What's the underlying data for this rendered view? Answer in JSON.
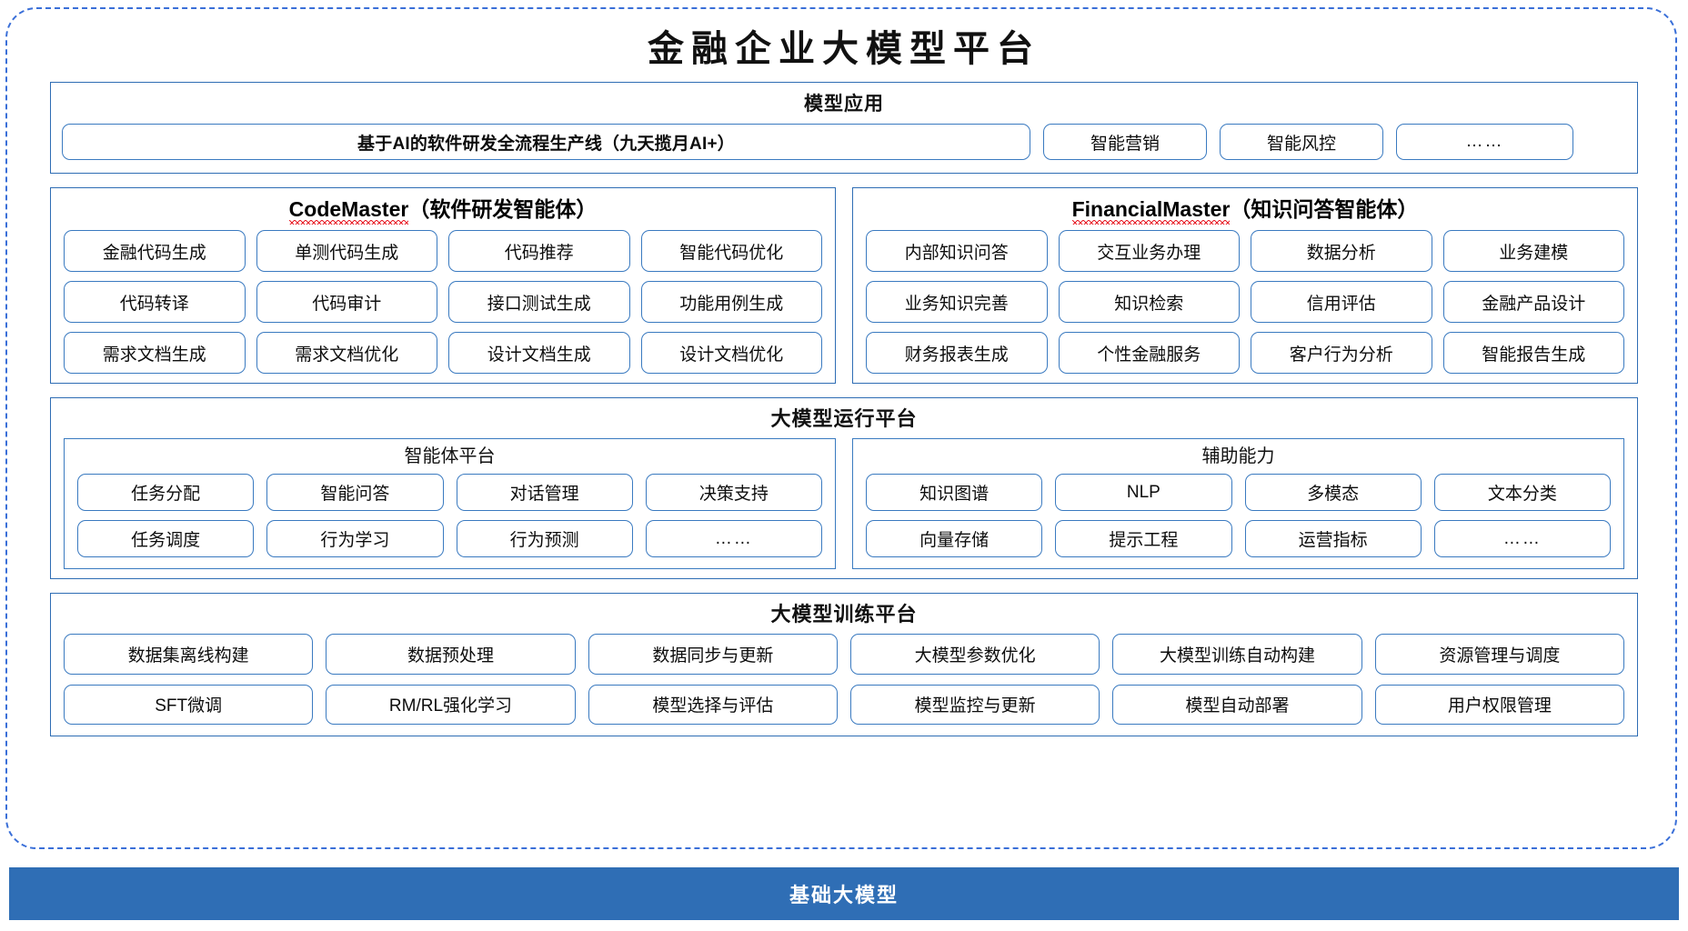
{
  "title": "金融企业大模型平台",
  "colors": {
    "frame_dashed": "#3a6fd8",
    "panel_border": "#2e6db4",
    "pill_border": "#3a7ac0",
    "footer_bg": "#2f6eb5",
    "spellcheck_underline": "#e8202a"
  },
  "sections": {
    "applications": {
      "title": "模型应用",
      "primary": "基于AI的软件研发全流程生产线（九天揽月AI+）",
      "items": [
        "智能营销",
        "智能风控",
        "……"
      ]
    },
    "agents": [
      {
        "name_en": "CodeMaster",
        "name_cn": "（软件研发智能体）",
        "spellcheck": true,
        "items": [
          "金融代码生成",
          "单测代码生成",
          "代码推荐",
          "智能代码优化",
          "代码转译",
          "代码审计",
          "接口测试生成",
          "功能用例生成",
          "需求文档生成",
          "需求文档优化",
          "设计文档生成",
          "设计文档优化"
        ]
      },
      {
        "name_en": "FinancialMaster",
        "name_cn": "（知识问答智能体）",
        "spellcheck": true,
        "items": [
          "内部知识问答",
          "交互业务办理",
          "数据分析",
          "业务建模",
          "业务知识完善",
          "知识检索",
          "信用评估",
          "金融产品设计",
          "财务报表生成",
          "个性金融服务",
          "客户行为分析",
          "智能报告生成"
        ]
      }
    ],
    "runtime": {
      "title": "大模型运行平台",
      "subpanels": [
        {
          "title": "智能体平台",
          "items": [
            "任务分配",
            "智能问答",
            "对话管理",
            "决策支持",
            "任务调度",
            "行为学习",
            "行为预测",
            "……"
          ]
        },
        {
          "title": "辅助能力",
          "items": [
            "知识图谱",
            "NLP",
            "多模态",
            "文本分类",
            "向量存储",
            "提示工程",
            "运营指标",
            "……"
          ]
        }
      ]
    },
    "training": {
      "title": "大模型训练平台",
      "items": [
        "数据集离线构建",
        "数据预处理",
        "数据同步与更新",
        "大模型参数优化",
        "大模型训练自动构建",
        "资源管理与调度",
        "SFT微调",
        "RM/RL强化学习",
        "模型选择与评估",
        "模型监控与更新",
        "模型自动部署",
        "用户权限管理"
      ]
    },
    "foundation": {
      "label": "基础大模型"
    }
  }
}
